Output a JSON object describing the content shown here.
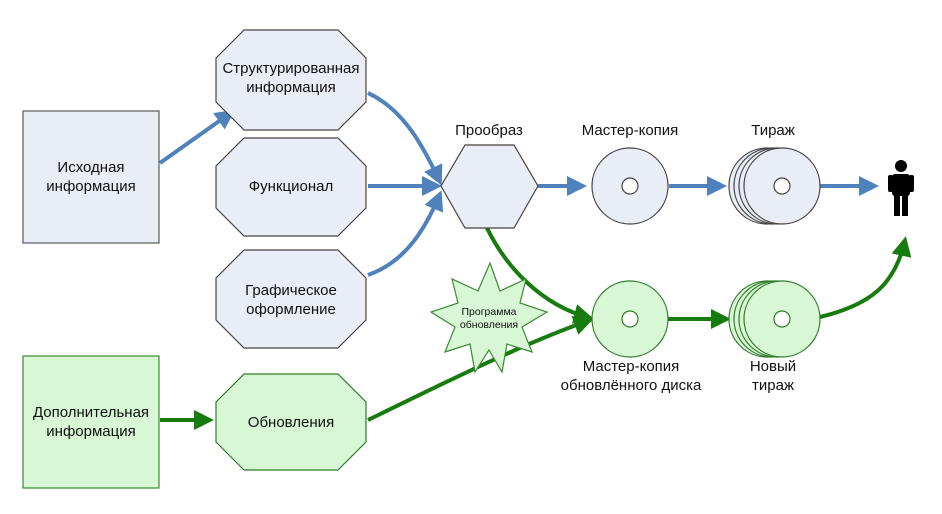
{
  "nodes": {
    "source_info": [
      "Исходная",
      "информация"
    ],
    "structured_info": [
      "Структурированная",
      "информация"
    ],
    "functional": [
      "Функционал"
    ],
    "graphic_design": [
      "Графическое",
      "оформление"
    ],
    "prototype": [
      "Прообраз"
    ],
    "master_copy": [
      "Мастер-копия"
    ],
    "circulation": [
      "Тираж"
    ],
    "additional_info": [
      "Дополнительная",
      "информация"
    ],
    "updates": [
      "Обновления"
    ],
    "update_program": [
      "Программа",
      "обновления"
    ],
    "updated_master": [
      "Мастер-копия",
      "обновлённого диска"
    ],
    "new_circulation": [
      "Новый",
      "тираж"
    ]
  },
  "colors": {
    "blue_flow": "#4f81bd",
    "green_flow": "#177b0d",
    "blue_fill": "#e9edf6",
    "green_fill": "#d8f7d4"
  },
  "icons": {
    "user": "person-icon"
  }
}
